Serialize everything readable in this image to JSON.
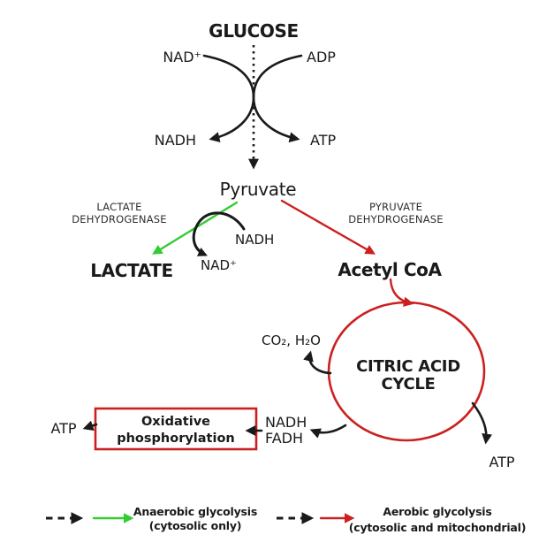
{
  "diagram": {
    "title": "GLUCOSE",
    "glycolysis": {
      "nad_plus": "NAD⁺",
      "adp": "ADP",
      "nadh": "NADH",
      "atp": "ATP",
      "product": "Pyruvate"
    },
    "anaerobic_branch": {
      "enzyme_line1": "LACTATE",
      "enzyme_line2": "DEHYDROGENASE",
      "nadh": "NADH",
      "nad_plus": "NAD⁺",
      "product": "LACTATE"
    },
    "aerobic_branch": {
      "enzyme_line1": "PYRUVATE",
      "enzyme_line2": "DEHYDROGENASE",
      "product": "Acetyl CoA"
    },
    "citric_acid_cycle": {
      "label_line1": "CITRIC ACID",
      "label_line2": "CYCLE",
      "byproducts": "CO₂, H₂O",
      "nadh": "NADH",
      "fadh": "FADH",
      "atp": "ATP"
    },
    "oxidative_phosphorylation": {
      "label_line1": "Oxidative",
      "label_line2": "phosphorylation",
      "atp": "ATP"
    },
    "legend": {
      "anaerobic_line1": "Anaerobic glycolysis",
      "anaerobic_line2": "(cytosolic only)",
      "aerobic_line1": "Aerobic glycolysis",
      "aerobic_line2": "(cytosolic and mitochondrial)"
    },
    "colors": {
      "black": "#1a1a1a",
      "red": "#cc2020",
      "green": "#33cc33"
    }
  }
}
